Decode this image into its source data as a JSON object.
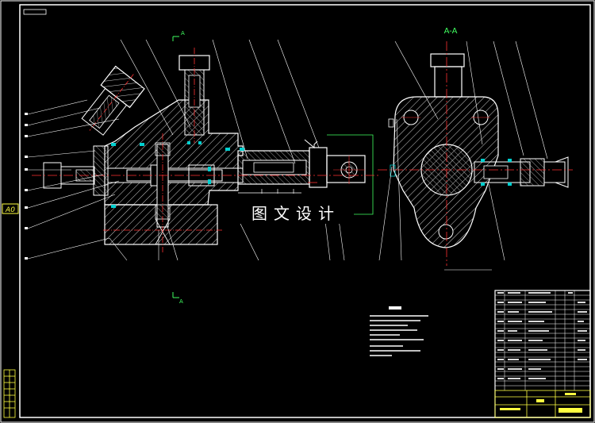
{
  "sheet": {
    "size_mark": "A0",
    "section_label": "A-A",
    "view_marker": "A",
    "watermark": "图文设计"
  },
  "colors": {
    "background": "#000000",
    "border": "#ffffff",
    "body_hatch": "#ffffff",
    "part_outline": "#ffffff",
    "centerline": "#ff3030",
    "seal": "#00d0d0",
    "leader": "#ffffff",
    "accent_green": "#40ff60",
    "accent_yellow": "#ffff40",
    "accent_magenta": "#ff40ff"
  },
  "icons": [
    "section-view-icon",
    "hatch-pattern",
    "title-block"
  ]
}
